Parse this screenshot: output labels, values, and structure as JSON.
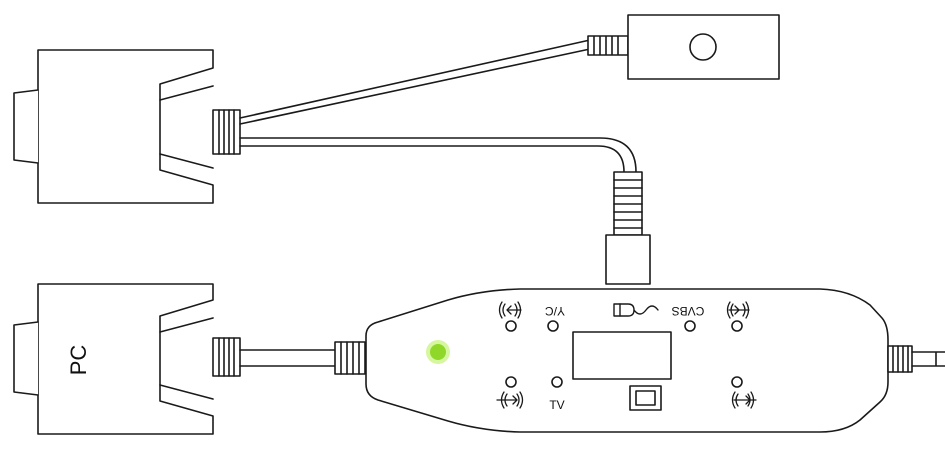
{
  "diagram": {
    "labels": {
      "pc": "PC",
      "yc": "Y/C",
      "cvbs": "CVBS",
      "tv": "TV"
    },
    "colors": {
      "stroke": "#1a1a1a",
      "background": "#ffffff",
      "led": "#8fd82a",
      "led_glow": "#d6f7a0"
    },
    "icons": [
      "db9-connector-top",
      "db9-connector-pc",
      "ir-receiver-module",
      "mini-din-plug",
      "audio-out-icon-top-left",
      "audio-in-icon-top-right",
      "audio-out-icon-bottom-left",
      "audio-in-icon-bottom-right",
      "microphone-icon",
      "status-led",
      "display-window",
      "power-button"
    ]
  }
}
